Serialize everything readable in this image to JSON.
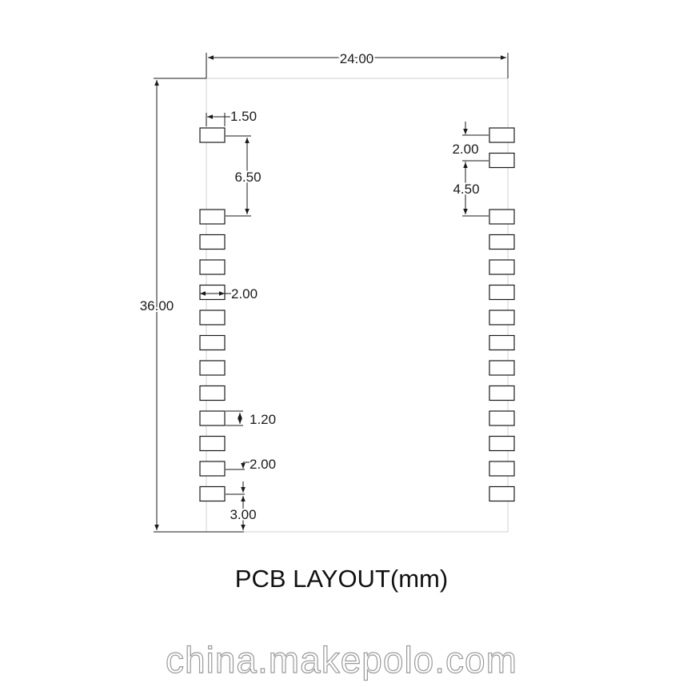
{
  "diagram": {
    "caption": "PCB LAYOUT(mm)",
    "watermark": "china.makepolo.com",
    "dimensions": {
      "width": "24.00",
      "height": "36.00",
      "pad_width": "1.50",
      "first_pad_gap_left": "6.50",
      "pad_length": "2.00",
      "pad_height": "1.20",
      "pad_pitch": "2.00",
      "bottom_margin": "3.00",
      "pad_pitch_right": "2.00",
      "first_pad_gap_right": "4.50"
    },
    "left_column": {
      "top_pads": 1,
      "main_pads": 12
    },
    "right_column": {
      "top_pads": 2,
      "main_pads": 12
    },
    "colors": {
      "line": "#1a1a1a",
      "outline": "#d0d0d0",
      "watermark_stroke": "#9a9a9a"
    }
  }
}
